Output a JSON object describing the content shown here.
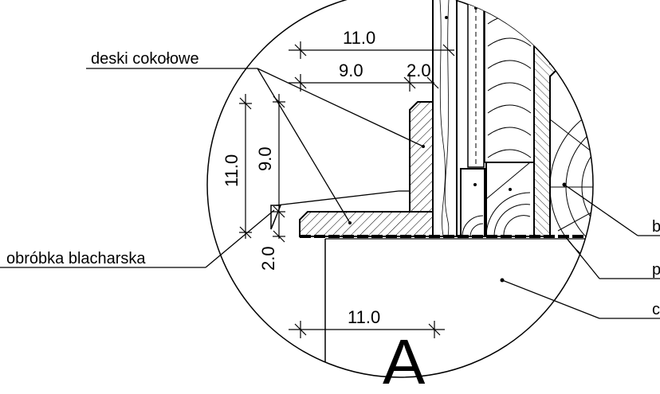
{
  "labels": {
    "deski": "deski cokołowe",
    "obrobka": "obróbka blacharska",
    "right_b": "b",
    "right_p": "p",
    "right_c": "c",
    "section": "A"
  },
  "dimensions": {
    "top_total": "11.0",
    "top_board": "9.0",
    "top_gap": "2.0",
    "vert_total": "11.0",
    "vert_board": "9.0",
    "vert_gap": "2.0",
    "bottom": "11.0"
  }
}
